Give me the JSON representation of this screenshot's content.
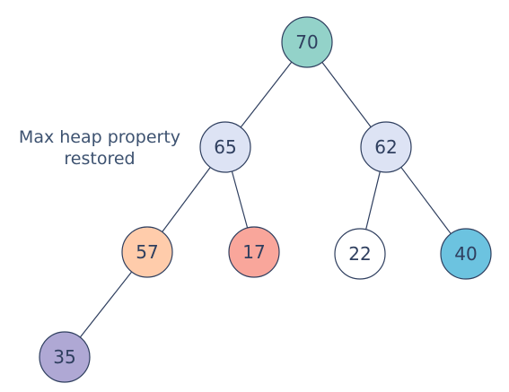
{
  "diagram": {
    "caption_line1": "Max heap property",
    "caption_line2": "restored",
    "nodes": [
      {
        "id": "n70",
        "label": "70",
        "fill": "#93d2c9"
      },
      {
        "id": "n65",
        "label": "65",
        "fill": "#dde3f4"
      },
      {
        "id": "n62",
        "label": "62",
        "fill": "#dde3f4"
      },
      {
        "id": "n57",
        "label": "57",
        "fill": "#ffccab"
      },
      {
        "id": "n17",
        "label": "17",
        "fill": "#f9a69b"
      },
      {
        "id": "n22",
        "label": "22",
        "fill": "#ffffff"
      },
      {
        "id": "n40",
        "label": "40",
        "fill": "#6cc3e0"
      },
      {
        "id": "n35",
        "label": "35",
        "fill": "#afa8d4"
      }
    ],
    "edges": [
      {
        "from": "n70",
        "to": "n65"
      },
      {
        "from": "n70",
        "to": "n62"
      },
      {
        "from": "n65",
        "to": "n57"
      },
      {
        "from": "n65",
        "to": "n17"
      },
      {
        "from": "n62",
        "to": "n22"
      },
      {
        "from": "n62",
        "to": "n40"
      },
      {
        "from": "n57",
        "to": "n35"
      }
    ],
    "colors": {
      "stroke": "#2f3f5f",
      "text": "#2f3f5f"
    }
  }
}
